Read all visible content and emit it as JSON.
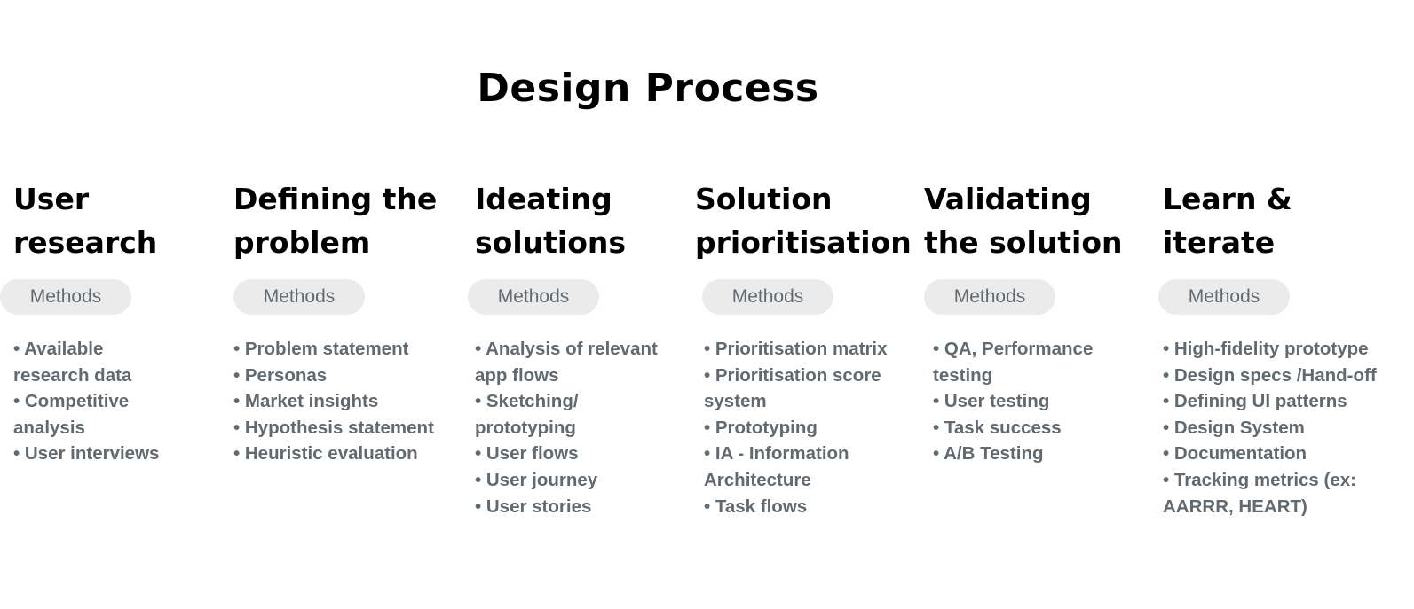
{
  "title": "Design Process",
  "stages": [
    {
      "title_line1": "User",
      "title_line2": "research",
      "methods_label": "Methods",
      "items": [
        "Available research data",
        "Competitive analysis",
        "User interviews"
      ]
    },
    {
      "title_line1": "Defining the",
      "title_line2": "problem",
      "methods_label": "Methods",
      "items": [
        "Problem statement",
        "Personas",
        "Market insights",
        "Hypothesis statement",
        "Heuristic evaluation"
      ]
    },
    {
      "title_line1": "Ideating",
      "title_line2": "solutions",
      "methods_label": "Methods",
      "items": [
        "Analysis of relevant app flows",
        "Sketching/ prototyping",
        "User flows",
        "User journey",
        "User stories"
      ]
    },
    {
      "title_line1": "Solution",
      "title_line2": "prioritisation",
      "methods_label": "Methods",
      "items": [
        "Prioritisation matrix",
        "Prioritisation score system",
        "Prototyping",
        "IA - Information Architecture",
        "Task flows"
      ]
    },
    {
      "title_line1": "Validating",
      "title_line2": "the solution",
      "methods_label": "Methods",
      "items": [
        "QA, Performance testing",
        "User testing",
        "Task success",
        "A/B Testing"
      ]
    },
    {
      "title_line1": "Learn &",
      "title_line2": "iterate",
      "methods_label": "Methods",
      "items": [
        "High-fidelity prototype",
        "Design specs /Hand-off",
        "Defining UI patterns",
        "Design System",
        "Documentation",
        "Tracking metrics  (ex: AARRR, HEART)"
      ]
    }
  ]
}
